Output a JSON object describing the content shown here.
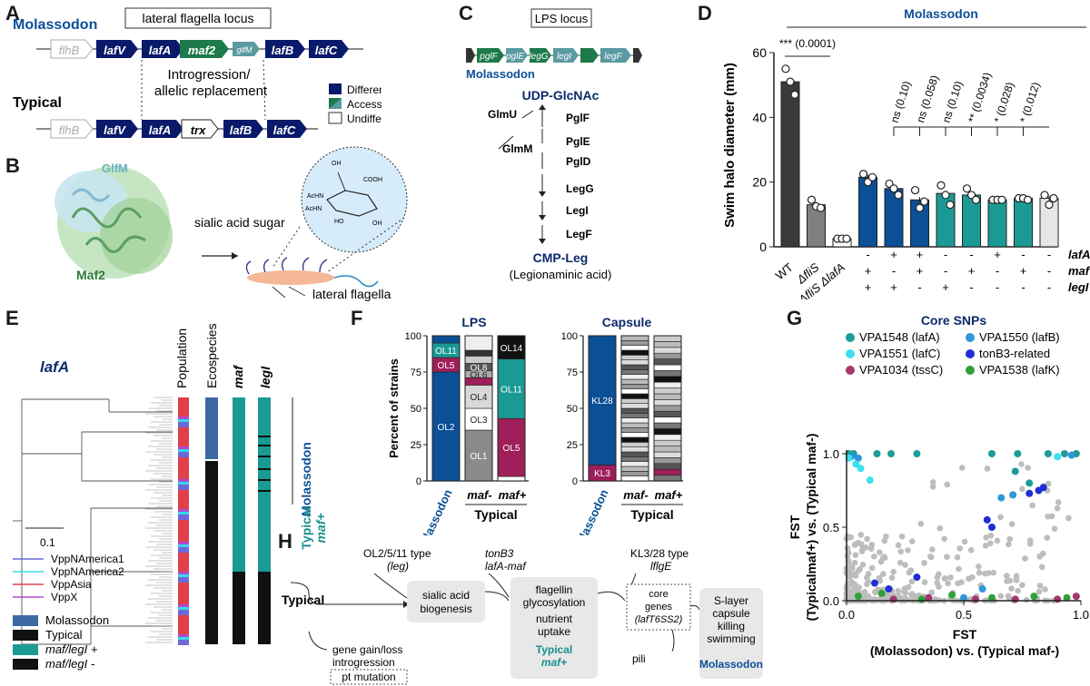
{
  "labels": {
    "A": "A",
    "B": "B",
    "C": "C",
    "D": "D",
    "E": "E",
    "F": "F",
    "G": "G",
    "H": "H"
  },
  "panelA": {
    "molassodon": "Molassodon",
    "typical": "Typical",
    "locus_title": "lateral flagella locus",
    "mol_genes": [
      "flhB",
      "lafV",
      "lafA",
      "maf2",
      "glfM",
      "lafB",
      "lafC"
    ],
    "typ_genes": [
      "flhB",
      "lafV",
      "lafA",
      "trx",
      "lafB",
      "lafC"
    ],
    "introgression": "Introgression/",
    "allelic": "allelic replacement",
    "legend": [
      "Differentiated",
      "Accessory",
      "Undifferentiated"
    ]
  },
  "panelB": {
    "glfm": "GlfM",
    "maf2": "Maf2",
    "sialic": "sialic acid sugar",
    "lateral": "lateral flagella",
    "chem": {
      "oh1": "OH",
      "cooh": "COOH",
      "ho": "HO",
      "achn1": "AcHN",
      "achn2": "AcHN",
      "oh2": "OH"
    }
  },
  "panelC": {
    "title": "LPS locus",
    "genes": [
      "pglF",
      "pglE",
      "legG",
      "legI",
      "legF"
    ],
    "molassodon": "Molassodon",
    "udp": "UDP-GlcNAc",
    "glmu": "GlmU",
    "glmm": "GlmM",
    "steps": [
      "PglF",
      "PglE",
      "PglD",
      "LegG",
      "LegI",
      "LegF"
    ],
    "cmp": "CMP-Leg",
    "leg": "(Legionaminic acid)"
  },
  "panelD": {
    "title": "Molassodon",
    "ylabel": "Swim halo diameter (mm)",
    "sig_top": "*** (0.0001)",
    "sig_labels": [
      "ns (0.10)",
      "ns (0.058)",
      "ns (0.10)",
      "** (0.0034)",
      "* (0.028)",
      "* (0.012)"
    ],
    "row_labels": [
      "lafA",
      "maf",
      "legI"
    ],
    "rows": {
      "lafA": [
        "-",
        "+",
        "+",
        "-",
        "-",
        "+",
        "-",
        "-"
      ],
      "maf": [
        "+",
        "-",
        "+",
        "-",
        "+",
        "-",
        "+",
        "-"
      ],
      "legI": [
        "+",
        "+",
        "-",
        "+",
        "-",
        "-",
        "-",
        "-"
      ]
    },
    "cat_labels": [
      "WT",
      "ΔfliS",
      "ΔfliS ΔlafA"
    ]
  },
  "panelE": {
    "gene": "lafA",
    "cols": [
      "Population",
      "Ecospecies",
      "maf",
      "legI"
    ],
    "molassodon": "Molassodon",
    "typical": "Typical",
    "maf_plus": "maf+",
    "scale": "0.1",
    "pop_legend": [
      "VppNAmerica1",
      "VppNAmerica2",
      "VppAsia",
      "VppX"
    ],
    "pop_colors": [
      "#6a6ad8",
      "#38d8e8",
      "#e0404a",
      "#b04ad0"
    ],
    "box_legend": [
      "Molassodon",
      "Typical",
      "maf/legI +",
      "maf/legI -"
    ]
  },
  "panelF": {
    "lps_title": "LPS",
    "capsule_title": "Capsule",
    "ylabel": "Percent of strains",
    "mol": "Molassodon",
    "mafm": "maf-",
    "mafp": "maf+",
    "typical": "Typical",
    "lps_mol_labels": [
      "OL11",
      "OL5",
      "OL2"
    ],
    "lps_mafm_labels": [
      "OL8",
      "OL6",
      "OL4",
      "OL3",
      "OL1"
    ],
    "lps_mafp_labels": [
      "OL14",
      "OL11",
      "OL5"
    ],
    "cap_mol_labels": [
      "KL28",
      "KL3"
    ],
    "yticks": [
      "0",
      "25",
      "50",
      "75",
      "100"
    ]
  },
  "panelG": {
    "title": "Core SNPs",
    "legend": [
      {
        "text": "VPA1548 (lafA)",
        "color": "#1c9c9a"
      },
      {
        "text": "VPA1550 (lafB)",
        "color": "#2f96dc"
      },
      {
        "text": "VPA1551 (lafC)",
        "color": "#3de0f0"
      },
      {
        "text": "tonB3-related",
        "color": "#1e2fd4"
      },
      {
        "text": "VPA1034 (tssC)",
        "color": "#a3386c"
      },
      {
        "text": "VPA1538 (lafK)",
        "color": "#2ea13a"
      }
    ],
    "xlabel1": "FST",
    "xlabel2": "(Molassodon) vs. (Typical maf-)",
    "ylabel1": "FST",
    "ylabel2": "(Typicalmaf+) vs. (Typical maf-)",
    "xticks": [
      "0.0",
      "0.5",
      "1.0"
    ],
    "yticks": [
      "0.0",
      "0.5",
      "1.0"
    ]
  },
  "panelH": {
    "typical": "Typical",
    "ol": "OL2/5/11 type",
    "legit": "(leg)",
    "tonb": "tonB3",
    "lafamaf": "lafA-maf",
    "kl": "KL3/28 type",
    "lflge": "lflgE",
    "sialic1": "sialic acid",
    "sialic2": "biogenesis",
    "flag1": "flagellin",
    "flag2": "glycosylation",
    "nut1": "nutrient",
    "nut2": "uptake",
    "typmaf1": "Typical",
    "typmaf2": "maf+",
    "core1": "core",
    "core2": "genes",
    "core3": "(lafT6SS2)",
    "slayer": [
      "S-layer",
      "capsule",
      "killing",
      "swimming"
    ],
    "molassodon": "Molassodon",
    "pili": "pili",
    "gain1": "gene gain/loss",
    "gain2": "introgression",
    "pt": "pt mutation"
  },
  "chart_data": [
    {
      "type": "bar",
      "title": "Molassodon",
      "ylabel": "Swim halo diameter (mm)",
      "ylim": [
        0,
        60
      ],
      "categories": [
        "WT",
        "ΔfliS",
        "ΔfliS ΔlafA",
        "lafA- maf+ legI+",
        "lafA+ maf- legI+",
        "lafA+ maf+ legI-",
        "lafA- maf- legI+",
        "lafA- maf+ legI-",
        "lafA+ maf- legI-",
        "lafA- maf+ legI-",
        "lafA- maf- legI-"
      ],
      "values": [
        51,
        13,
        2.5,
        21.5,
        18,
        14.5,
        16.5,
        16,
        14.5,
        15,
        15
      ],
      "colors": [
        "#3a3a3a",
        "#7f7f7f",
        "#ffffff",
        "#0b4f96",
        "#0b4f96",
        "#0b4f96",
        "#1b9a95",
        "#1b9a95",
        "#1b9a95",
        "#1b9a95",
        "#e6e6e6"
      ],
      "points": [
        [
          55,
          51,
          47
        ],
        [
          14.5,
          12.5,
          12
        ],
        [
          2.5,
          2.5,
          2.5
        ],
        [
          22.5,
          20,
          21.5
        ],
        [
          19.5,
          18,
          16
        ],
        [
          17.5,
          12,
          14
        ],
        [
          19,
          16,
          13
        ],
        [
          18,
          16,
          14.5
        ],
        [
          14.5,
          14.5,
          14.5
        ],
        [
          15,
          15,
          14.5
        ],
        [
          16,
          13,
          15
        ]
      ]
    },
    {
      "type": "bar",
      "title": "LPS",
      "ylabel": "Percent of strains",
      "categories": [
        "Molassodon",
        "maf-",
        "maf+"
      ],
      "stacks": [
        [
          {
            "name": "OL2",
            "value": 75
          },
          {
            "name": "OL5",
            "value": 10
          },
          {
            "name": "OL11",
            "value": 10
          }
        ],
        [
          {
            "name": "OL1",
            "value": 35
          },
          {
            "name": "OL3",
            "value": 15
          },
          {
            "name": "OL4",
            "value": 16
          },
          {
            "name": "OL6",
            "value": 5
          },
          {
            "name": "OL8",
            "value": 5
          }
        ],
        [
          {
            "name": "OL5",
            "value": 43
          },
          {
            "name": "OL11",
            "value": 41
          },
          {
            "name": "OL14",
            "value": 16
          }
        ]
      ]
    },
    {
      "type": "bar",
      "title": "Capsule",
      "categories": [
        "Molassodon",
        "maf-",
        "maf+"
      ],
      "stacks": [
        [
          {
            "name": "KL3",
            "value": 11
          },
          {
            "name": "KL28",
            "value": 89
          }
        ]
      ]
    },
    {
      "type": "scatter",
      "title": "Core SNPs",
      "xlabel": "FST (Molassodon) vs. (Typical maf-)",
      "ylabel": "FST (Typicalmaf+) vs. (Typical maf-)",
      "xlim": [
        0,
        1
      ],
      "ylim": [
        0,
        1
      ]
    }
  ]
}
